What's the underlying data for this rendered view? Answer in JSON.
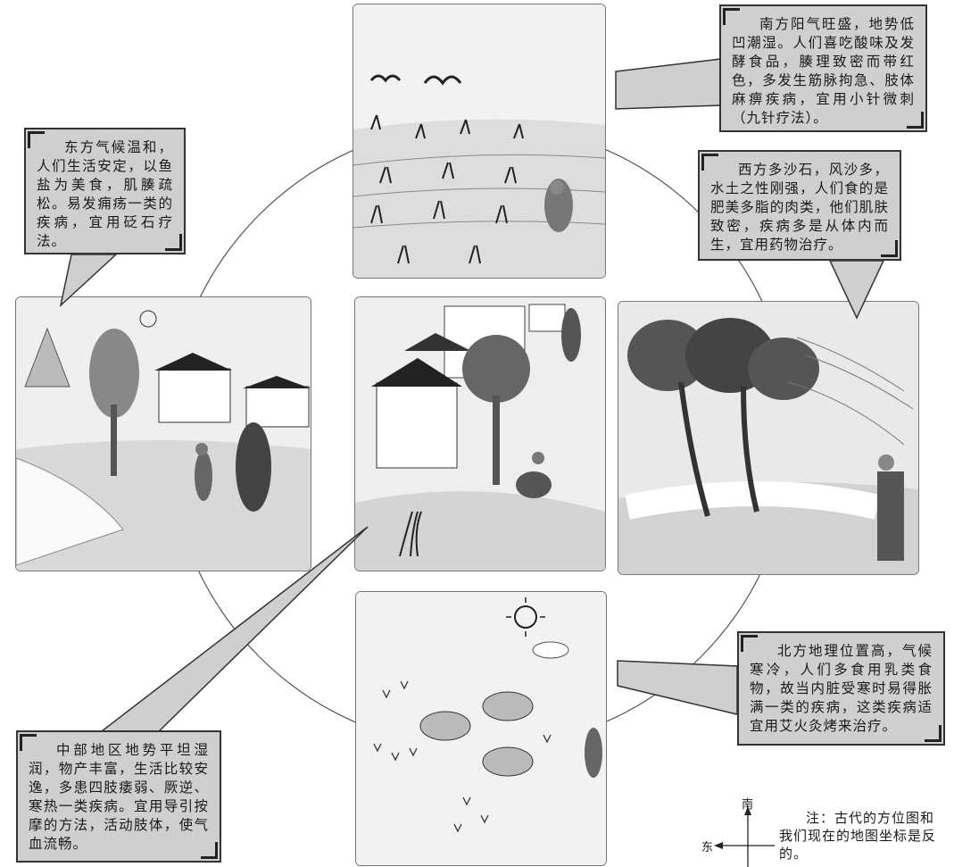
{
  "east": {
    "text": "东方气候温和，人们生活安定，以鱼盐为美食，肌腠疏松。易发痈疡一类的疾病，宜用砭石疗法。"
  },
  "south": {
    "text": "南方阳气旺盛，地势低凹潮湿。人们喜吃酸味及发酵食品，腠理致密而带红色，多发生筋脉拘急、肢体麻痹疾病，宜用小针微刺（九针疗法）。"
  },
  "west": {
    "text": "西方多沙石，风沙多，水土之性刚强，人们食的是肥美多脂的肉类，他们肌肤致密，疾病多是从体内而生，宜用药物治疗。"
  },
  "north": {
    "text": "北方地理位置高，气候寒冷，人们多食用乳类食物，故当内脏受寒时易得胀满一类的疾病，这类疾病适宜用艾火灸烤来治疗。"
  },
  "center": {
    "text": "中部地区地势平坦湿润，物产丰富，生活比较安逸，多患四肢痿弱、厥逆、寒热一类疾病。宜用导引按摩的方法，活动肢体，使气血流畅。"
  },
  "compass": {
    "south": "南",
    "east": "东"
  },
  "note": {
    "text": "注：古代的方位图和我们现在的地图坐标是反的。"
  }
}
